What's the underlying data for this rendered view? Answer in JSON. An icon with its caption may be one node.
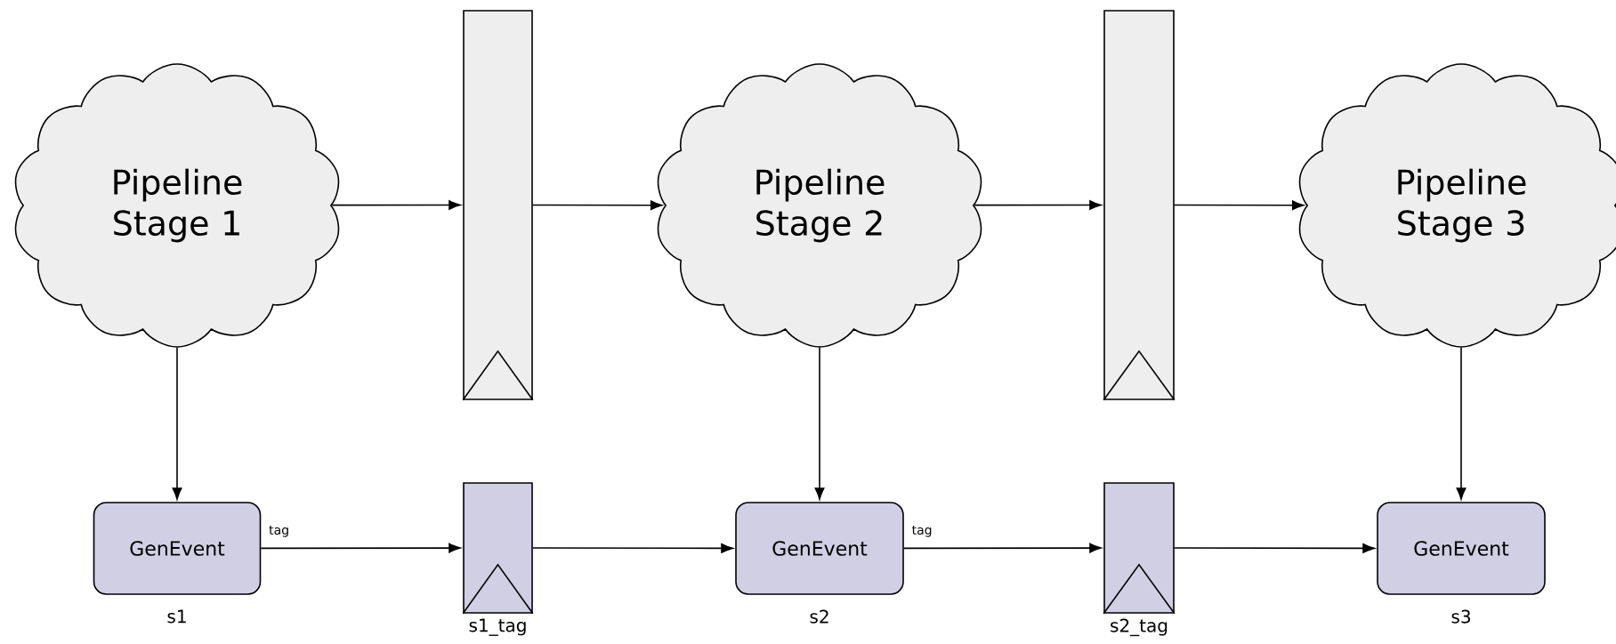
{
  "diagram": {
    "nodes": [
      {
        "text": [
          "Pipeline Stage 1"
        ]
      },
      {
        "text": [],
        "shape": "box"
      },
      {
        "text": [
          "Pipeline Stage 2"
        ]
      },
      {
        "text": [],
        "shape": "box"
      },
      {
        "text": [
          "Pipeline Stage 3"
        ]
      },
      {
        "text": [
          "GenEvent"
        ],
        "beside": [
          "s1"
        ]
      },
      {
        "text": [],
        "shape": "box",
        "beside": [
          "s1_tag"
        ]
      },
      {
        "text": [
          "GenEvent"
        ],
        "beside": [
          "s2"
        ]
      },
      {
        "text": [],
        "shape": "box",
        "beside": [
          "s2_tag"
        ]
      },
      {
        "text": [
          "GenEvent"
        ],
        "beside": [
          "s3"
        ]
      }
    ],
    "edges": [
      {
        "from": 0,
        "to": 1,
        "arrow": "to"
      },
      {
        "from": 1,
        "to": 2,
        "arrow": "to"
      },
      {
        "from": 2,
        "to": 3,
        "arrow": "to"
      },
      {
        "from": 3,
        "to": 4,
        "arrow": "to"
      },
      {
        "from": 0,
        "to": 5,
        "arrow": "to"
      },
      {
        "from": 2,
        "to": 7,
        "arrow": "to"
      },
      {
        "from": 4,
        "to": 9,
        "arrow": "to"
      },
      {
        "from": 5,
        "to": 6,
        "arrow": "to",
        "label": "tag"
      },
      {
        "from": 6,
        "to": 7,
        "arrow": "to"
      },
      {
        "from": 7,
        "to": 8,
        "arrow": "to",
        "label": "tag"
      },
      {
        "from": 8,
        "to": 9,
        "arrow": "to"
      }
    ]
  }
}
